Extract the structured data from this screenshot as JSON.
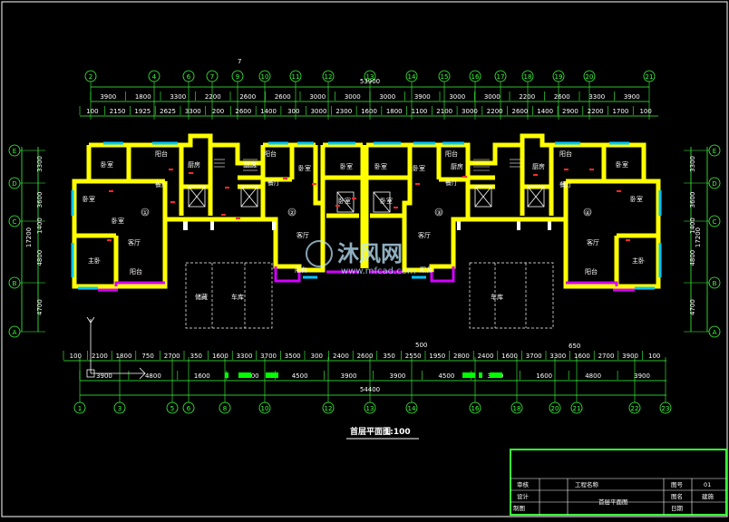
{
  "total_width": "54400",
  "top_total": "53900",
  "top_label": "7",
  "mid_label": "500",
  "small_dim_650": "650",
  "scale_text": "1:100",
  "drawing_title": "首层平面图",
  "axis_top": [
    "2",
    "4",
    "6",
    "7",
    "9",
    "10",
    "11",
    "12",
    "13",
    "14",
    "15",
    "16",
    "17",
    "18",
    "19",
    "20",
    "21"
  ],
  "axis_bottom": [
    "1",
    "3",
    "5",
    "6",
    "8",
    "10",
    "12",
    "13",
    "14",
    "16",
    "18",
    "20",
    "21",
    "22",
    "23"
  ],
  "axis_left": [
    "E",
    "D",
    "C",
    "B",
    "A"
  ],
  "axis_right": [
    "E",
    "D",
    "C",
    "B",
    "A"
  ],
  "dims_top_row1": [
    "3900",
    "1800",
    "3300",
    "2200",
    "2600",
    "2600",
    "3000",
    "3000",
    "3000",
    "3900",
    "3000",
    "3000",
    "2200",
    "2600",
    "3300",
    "3900"
  ],
  "dims_top_row2": [
    "100",
    "2150",
    "1925",
    "2625",
    "3300",
    "200",
    "2600",
    "1400",
    "300",
    "3000",
    "2300",
    "1600",
    "1800",
    "1100",
    "2100",
    "3000",
    "2200",
    "2600",
    "1400",
    "2900",
    "2200",
    "1700",
    "100"
  ],
  "dims_bottom_row1": [
    "100",
    "2100",
    "1800",
    "750",
    "2700",
    "350",
    "1600",
    "3300",
    "3700",
    "3500",
    "300",
    "2400",
    "2600",
    "350",
    "2550",
    "1950",
    "2800",
    "2400",
    "1600",
    "3700",
    "3300",
    "1600",
    "2700",
    "3900",
    "100"
  ],
  "dims_bottom_row2": [
    "3900",
    "4800",
    "1600",
    "3300",
    "4500",
    "3900",
    "3900",
    "4500",
    "3300",
    "1600",
    "4800",
    "3900"
  ],
  "dims_left": [
    "3300",
    "3600",
    "1400",
    "4800",
    "4700"
  ],
  "dims_left_total": "17200",
  "dims_right": [
    "3300",
    "3600",
    "1400",
    "4800",
    "4700"
  ],
  "dims_right_total": "17200",
  "rooms": [
    "卧室",
    "厨房",
    "阳台",
    "卧室",
    "餐厅",
    "卧室",
    "客厅",
    "主卧",
    "阳台",
    "厨房",
    "阳台",
    "卧室",
    "餐厅",
    "客厅",
    "阳台",
    "卧室",
    "卧室",
    "厨房",
    "阳台",
    "卧室",
    "餐厅",
    "客厅",
    "阳台",
    "阳台",
    "厨房",
    "卧室",
    "餐厅",
    "卧室",
    "客厅",
    "主卧",
    "阳台",
    "卧室",
    "卧室",
    "储藏",
    "车库",
    "车库"
  ],
  "unit_marks": [
    "①",
    "②",
    "③",
    "④"
  ],
  "watermark": "沐风网",
  "watermark_url": "www.mfcad.com",
  "title_block": {
    "r1c1": "审核",
    "r1c2": "工程名称",
    "r1c3": "图号",
    "r1c4": "01",
    "r2c1": "设计",
    "r2c2": "首层平面图",
    "r2c3": "图名",
    "r2c4": "建施",
    "r3c1": "制图",
    "r3c3": "日期"
  },
  "colors": {
    "wall": "#ffff00",
    "grid": "#3cff3c",
    "window": "#00c8ff",
    "balcony": "#d400ff",
    "dim_line": "#3cff3c",
    "text": "#ffffff",
    "red": "#ff2a2a"
  }
}
